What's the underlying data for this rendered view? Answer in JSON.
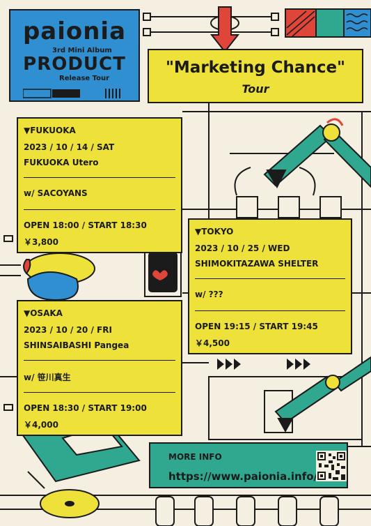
{
  "header": {
    "band_name": "paionia",
    "album_line": "3rd Mini Album",
    "album_title": "PRODUCT",
    "tour_line": "Release Tour"
  },
  "tour_title": {
    "main": "\"Marketing Chance\"",
    "sub": "Tour"
  },
  "shows": {
    "fukuoka": {
      "city": "▼FUKUOKA",
      "date": "2023 / 10 / 14 / SAT",
      "venue": "FUKUOKA Utero",
      "guest": "w/ SACOYANS",
      "times": "OPEN 18:00 / START 18:30",
      "price": "￥3,800"
    },
    "tokyo": {
      "city": "▼TOKYO",
      "date": "2023 / 10 / 25 / WED",
      "venue": "SHIMOKITAZAWA SHELTER",
      "guest": "w/ ???",
      "times": "OPEN 19:15 / START 19:45",
      "price": "￥4,500"
    },
    "osaka": {
      "city": "▼OSAKA",
      "date": "2023 / 10 / 20 / FRI",
      "venue": "SHINSAIBASHI Pangea",
      "guest": "w/ 笹川真生",
      "times": "OPEN 18:30 / START 19:00",
      "price": "￥4,000"
    }
  },
  "more_info": {
    "label": "MORE INFO",
    "url": "https://www.paionia.info/"
  },
  "colors": {
    "background": "#f4efe0",
    "yellow": "#ede13a",
    "blue": "#2f8fd0",
    "teal": "#2fa88f",
    "red": "#e0453a",
    "ink": "#1b1b1b"
  }
}
